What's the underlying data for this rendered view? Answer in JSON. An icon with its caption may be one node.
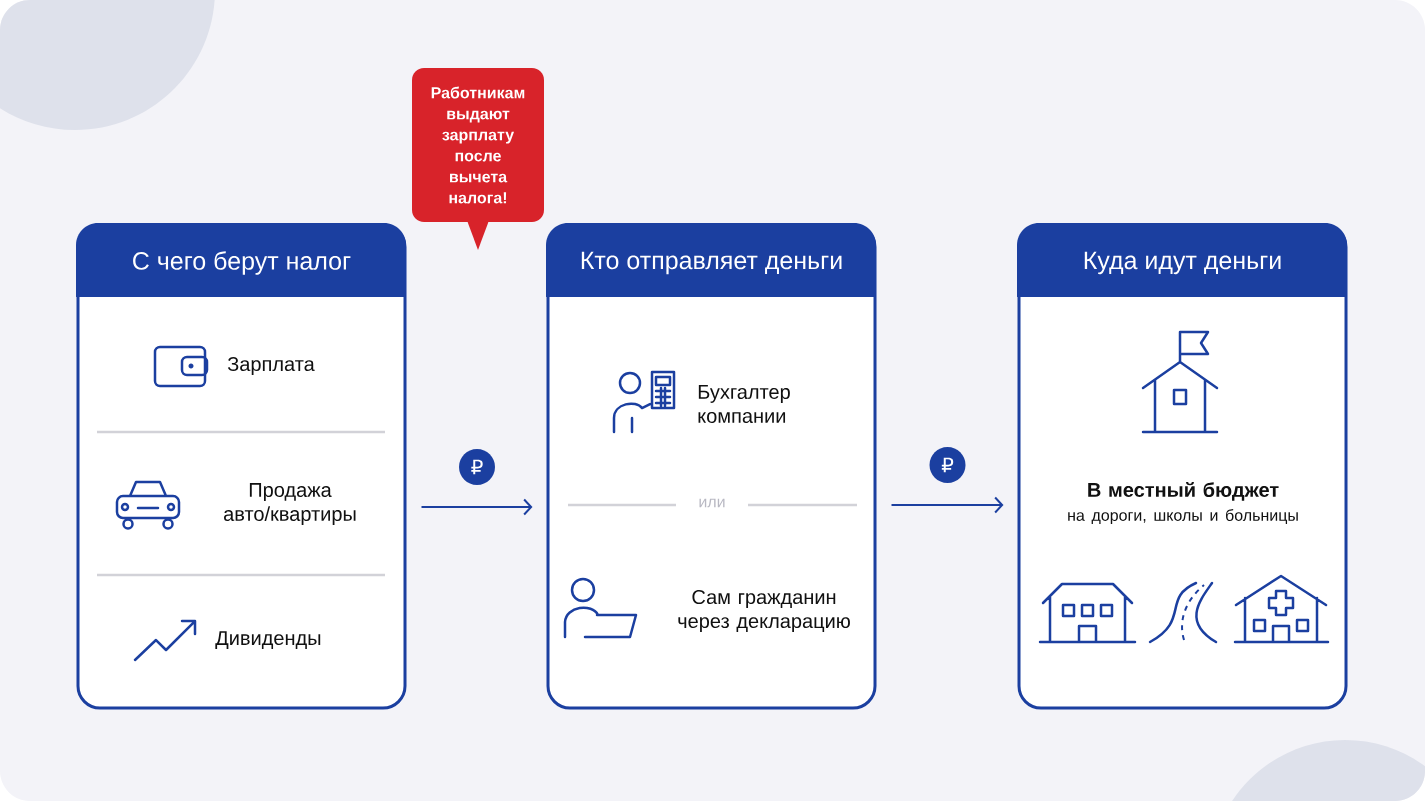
{
  "diagram": {
    "nodes": [
      {
        "text": [
          "С чего берут налог"
        ]
      },
      {
        "text": [
          "Зарплата"
        ],
        "in": 0
      },
      {
        "text": [
          "Продажа авто/квартиры"
        ],
        "in": 0
      },
      {
        "text": [
          "Дивиденды"
        ],
        "in": 0
      },
      {
        "text": [
          "Работникам выдают зарплату после вычета налога!"
        ]
      },
      {
        "text": [
          "Кто отправляет деньги"
        ]
      },
      {
        "text": [
          "Бухгалтер компании"
        ],
        "in": 5
      },
      {
        "text": [
          "Сам гражданин через декларацию"
        ],
        "in": 5
      },
      {
        "text": [
          "Куда идут деньги"
        ]
      },
      {
        "text": [
          "В местный бюджет",
          "на дороги, школы и больницы"
        ],
        "in": 8
      }
    ],
    "edges": [
      {
        "from": 0,
        "to": 5,
        "arrow": "to",
        "label": "₽"
      },
      {
        "from": 5,
        "to": 8,
        "arrow": "to",
        "label": "₽"
      }
    ],
    "labels": [
      "или"
    ]
  }
}
